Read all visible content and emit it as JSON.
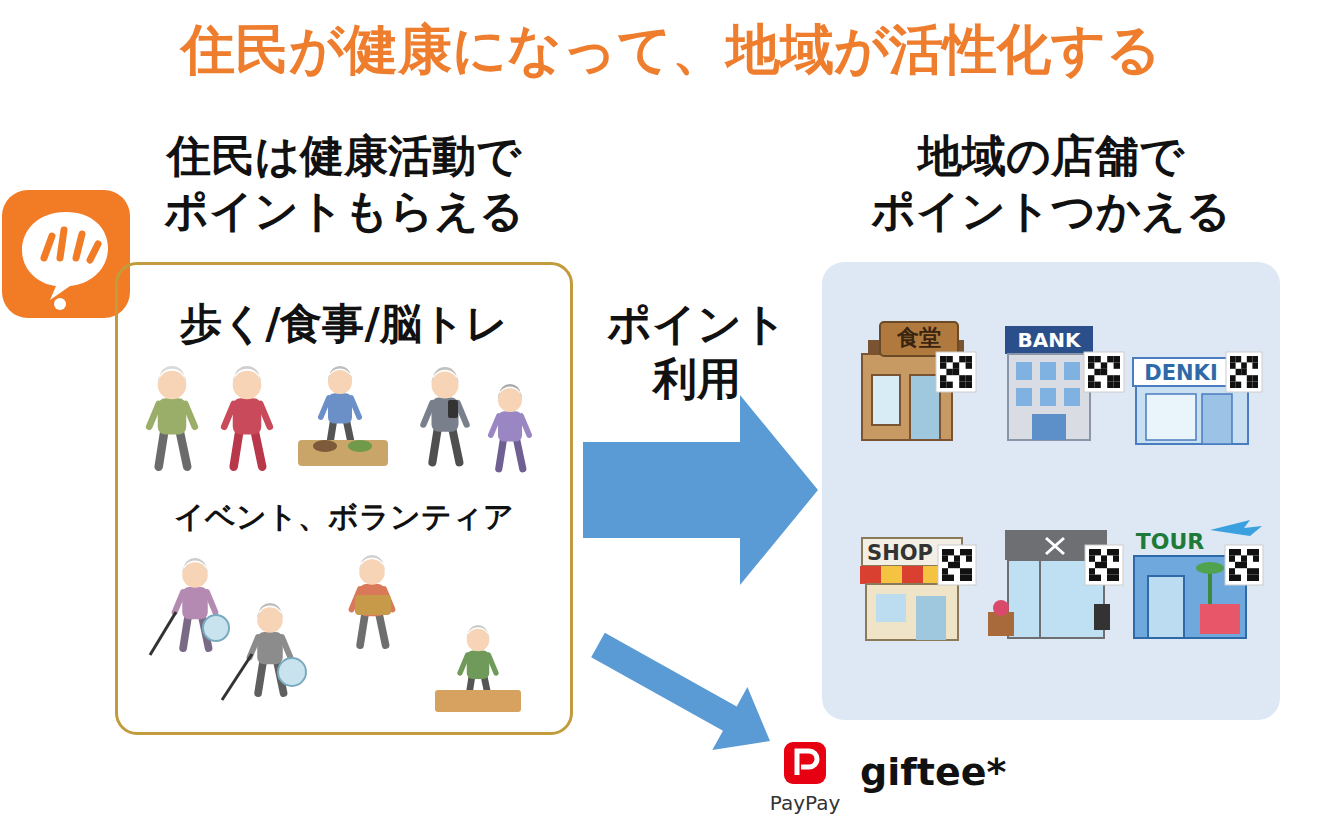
{
  "diagram": {
    "title": "住民が健康になって、地域が活性化する",
    "nodes": [
      {
        "text": [
          "住民は健康活動で ポイントもらえる",
          "歩く/食事/脳トレ",
          "イベント、ボランティア"
        ]
      },
      {
        "text": [
          "地域の店舗で ポイントつかえる"
        ]
      },
      {
        "text": [
          "PayPay",
          "giftee*"
        ]
      }
    ],
    "edges": [
      {
        "from": 0,
        "to": 1,
        "label": "ポイント 利用",
        "arrow": "to"
      },
      {
        "from": 0,
        "to": 2,
        "arrow": "to"
      }
    ],
    "labels": [
      "食堂",
      "BANK",
      "DENKI",
      "SHOP",
      "TOUR"
    ]
  }
}
